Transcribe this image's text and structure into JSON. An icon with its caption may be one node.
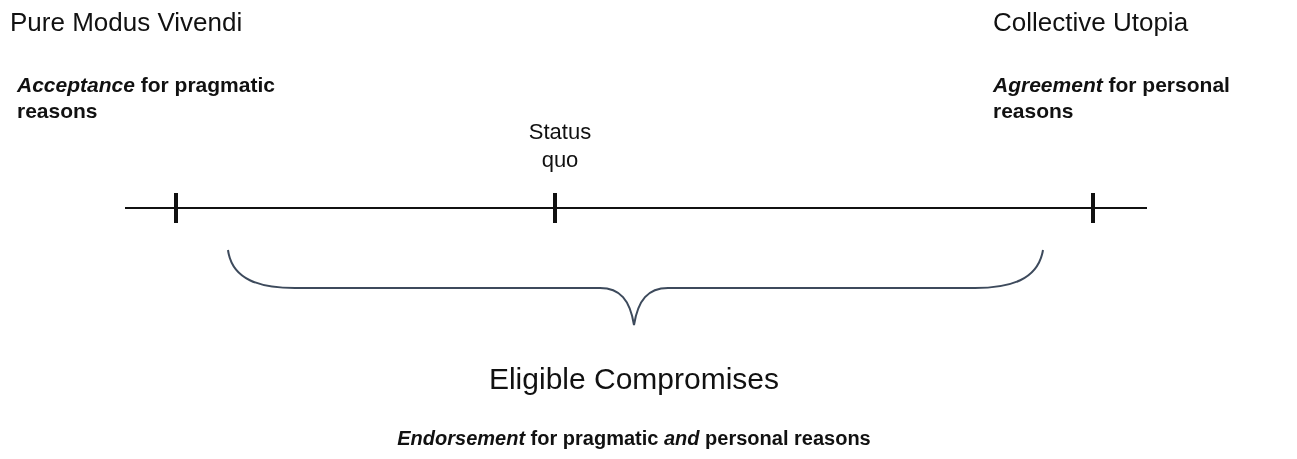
{
  "diagram": {
    "labels": [
      "Pure Modus Vivendi",
      "Collective Utopia",
      "*Acceptance* for pragmatic reasons",
      "*Agreement* for personal reasons",
      "Status quo",
      "Eligible Compromises",
      "*Endorsement* for pragmatic *and* personal reasons"
    ]
  }
}
